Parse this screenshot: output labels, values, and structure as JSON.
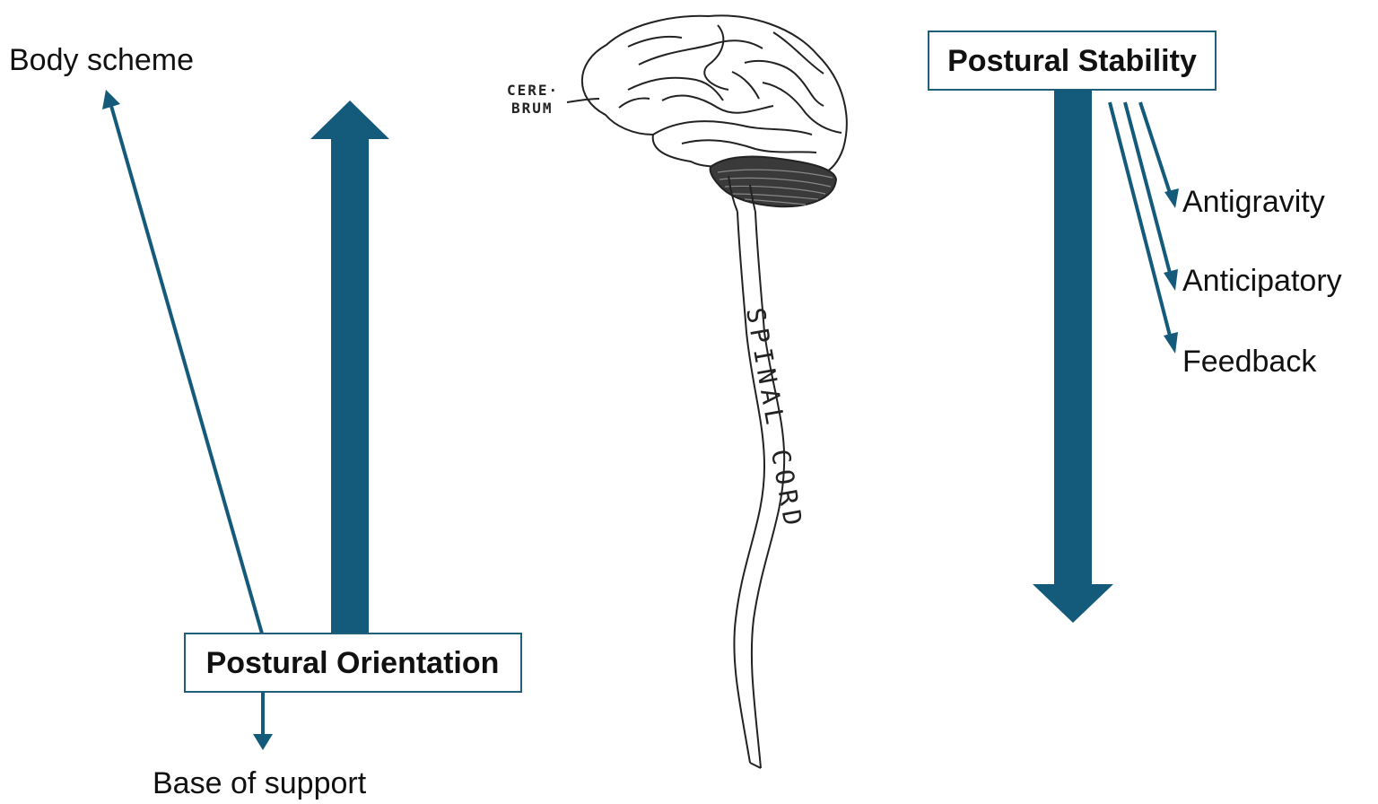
{
  "colors": {
    "arrow": "#145b7b",
    "box_border": "#1f5f7a",
    "text": "#111111",
    "line_art": "#222222"
  },
  "labels": {
    "body_scheme": "Body scheme",
    "base_of_support": "Base of support",
    "postural_orientation": "Postural Orientation",
    "postural_stability": "Postural Stability",
    "antigravity": "Antigravity",
    "anticipatory": "Anticipatory",
    "feedback": "Feedback"
  },
  "brain_illustration": {
    "cerebrum_label_line1": "CERE·",
    "cerebrum_label_line2": "BRUM",
    "spinal_cord_label": "SPINAL CORD"
  }
}
